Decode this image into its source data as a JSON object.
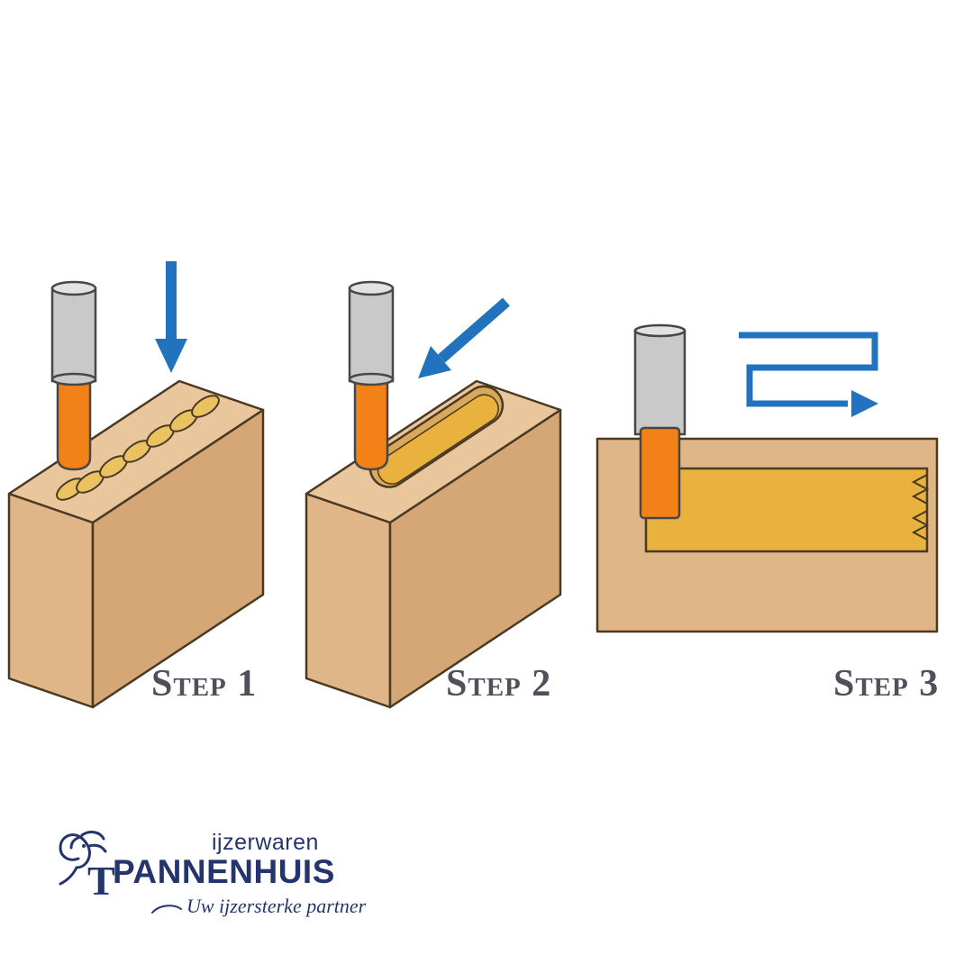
{
  "steps": [
    {
      "label": "Step 1"
    },
    {
      "label": "Step 2"
    },
    {
      "label": "Step 3"
    }
  ],
  "logo": {
    "category": "ijzerwaren",
    "brand": "PANNENHUIS",
    "tagline": "Uw ijzersterke partner"
  },
  "icons": {
    "step1_arrow": "plunge-down-arrow",
    "step2_arrow": "diagonal-plunge-arrow",
    "step3_arrow": "serpentine-feed-arrow",
    "logo_mark": "goat-head-line-art"
  },
  "colors": {
    "wood_top": "#e9c69c",
    "wood_front": "#e0b587",
    "wood_side": "#d5a776",
    "hole_fill": "#eac25f",
    "slot_wall": "#d9a85b",
    "slot_gold": "#e9b23e",
    "bit_orange": "#f28218",
    "shank_gray": "#c9c9c9",
    "shank_light": "#e2e2e2",
    "arrow_blue": "#2173bd",
    "outline_dark": "#4a3a24",
    "bit_outline": "#474747",
    "label_gray": "#50505a",
    "logo_blue": "#24356e"
  }
}
